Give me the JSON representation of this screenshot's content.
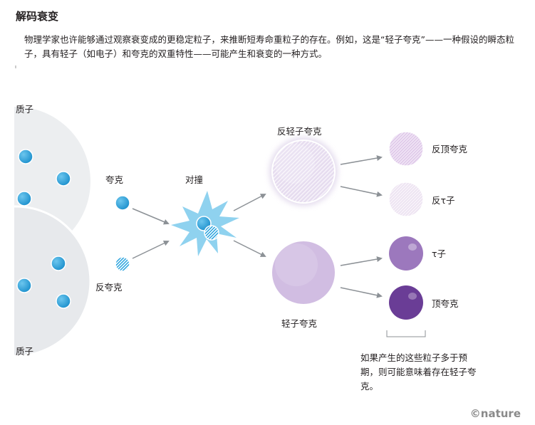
{
  "title": "解码衰变",
  "intro": "物理学家也许能够通过观察衰变成的更稳定粒子，来推断短寿命重粒子的存在。例如，这是“轻子夸克”——一种假设的瞬态粒子，具有轻子（如电子）和夸克的双重特性——可能产生和衰变的一种方式。",
  "labels": {
    "proton_top": "质子",
    "proton_bottom": "质子",
    "quark": "夸克",
    "antiquark": "反夸克",
    "collision": "对撞",
    "anti_leptoquark": "反轻子夸克",
    "leptoquark": "轻子夸克",
    "anti_top_quark": "反顶夸克",
    "anti_tau": "反τ子",
    "tau": "τ子",
    "top_quark": "顶夸克"
  },
  "note_lines": [
    "如果产生的这些粒子多于预",
    "期，则可能意味着存在轻子夸",
    "克。"
  ],
  "credit": "©nature",
  "colors": {
    "proton": "#eceef0",
    "quark": "#29a3de",
    "burst": "#8fd2ef",
    "arrow": "#8c9196",
    "anti_leptoquark": "#e6dcef",
    "leptoquark": "#d1bde2",
    "anti_top": "#dfc8e9",
    "anti_tau": "#ece2f1",
    "tau": "#9c78bd",
    "top": "#6a3d96"
  }
}
